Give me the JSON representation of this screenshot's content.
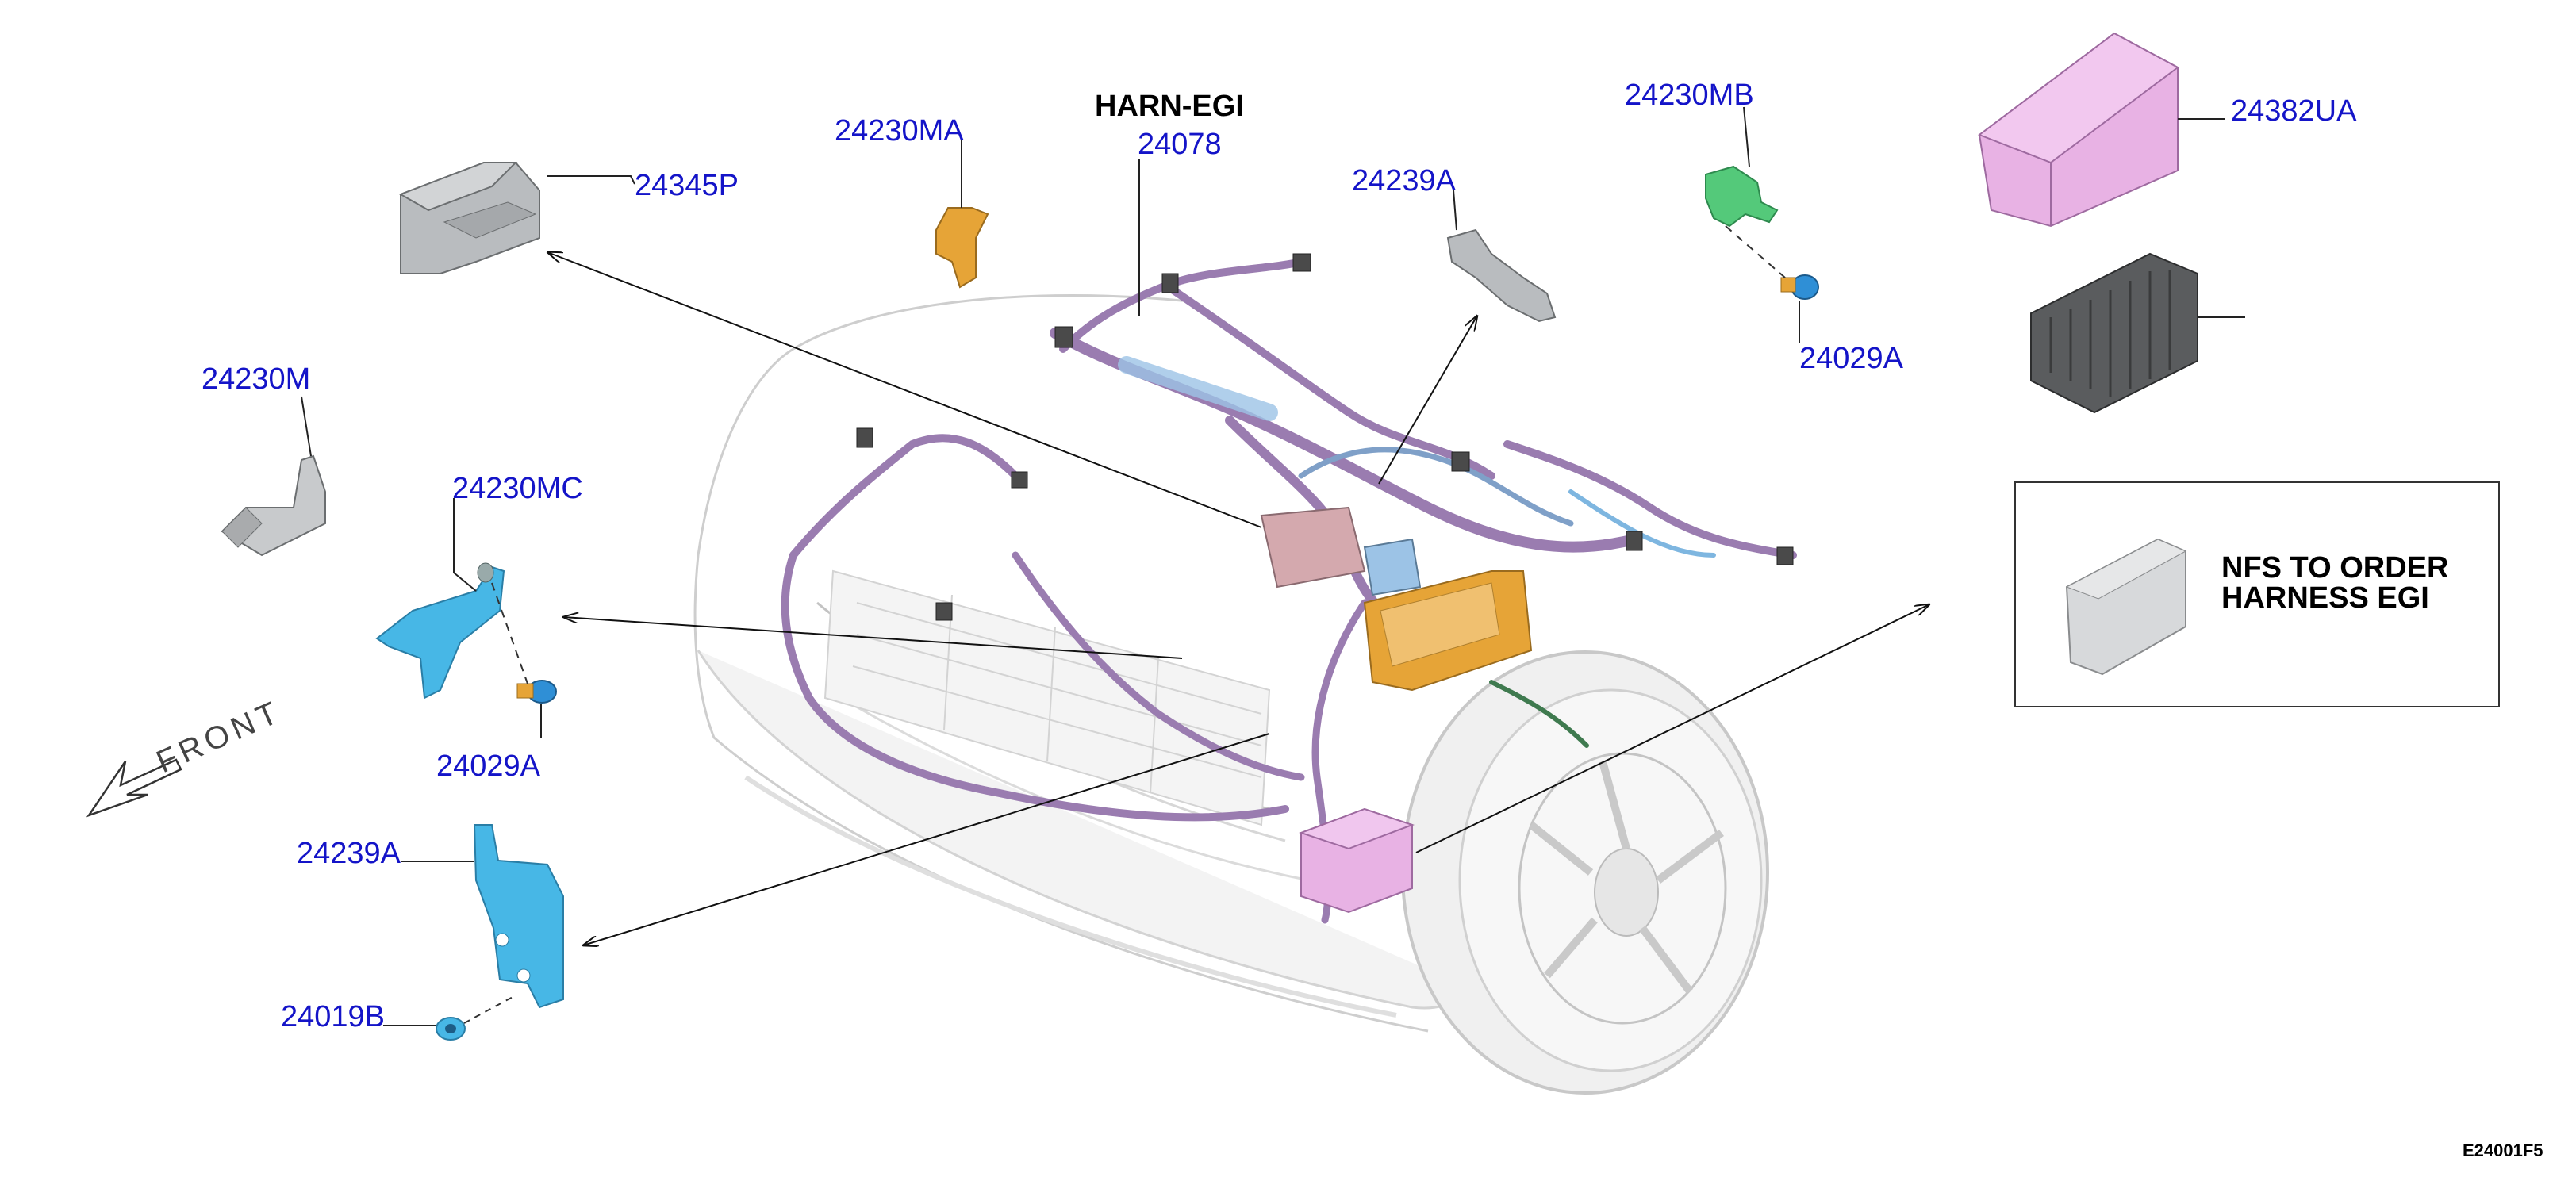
{
  "diagram": {
    "title_label": "HARN-EGI",
    "figure_code": "E24001F5",
    "front_label": "FRONT",
    "note_lines": [
      "NFS TO ORDER",
      "HARNESS EGI"
    ],
    "label_color": "#1414c8",
    "part_colors": {
      "gray": "#b9bcbf",
      "orange": "#e6a437",
      "blue": "#47b7e6",
      "green": "#54c97a",
      "pink": "#e8b2e4",
      "purple": "#9a7cb0",
      "darkgray": "#5a5c5e"
    },
    "labels": {
      "p24345P": "24345P",
      "p24230MA": "24230MA",
      "p24078": "24078",
      "p24239A_top": "24239A",
      "p24230MB": "24230MB",
      "p24382UA": "24382UA",
      "p24029A_right": "24029A",
      "p24230M": "24230M",
      "p24230MC": "24230MC",
      "p24029A_left": "24029A",
      "p24239A_left": "24239A",
      "p24019B": "24019B"
    }
  }
}
